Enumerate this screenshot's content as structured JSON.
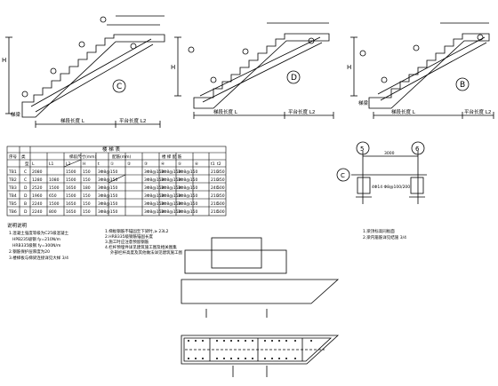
{
  "stairs": [
    {
      "tag": "C",
      "h_label": "H",
      "left_label": "梯梁",
      "dim1": "梯段长度 L",
      "dim2": "平台长度 L2"
    },
    {
      "tag": "D",
      "h_label": "H",
      "left_label": "",
      "dim1": "梯段长度 L",
      "dim2": "平台长度 L2"
    },
    {
      "tag": "B",
      "h_label": "H",
      "left_label": "梯梁",
      "dim1": "梯段长度 L",
      "dim2": "平台长度 L2"
    }
  ],
  "table": {
    "title": "楼 梯 表",
    "head1": [
      "序号",
      "类",
      "型"
    ],
    "group_labels": [
      "梯段尺寸(mm)",
      "配筋(mm)",
      "楼 梯 配 筋"
    ],
    "head2": [
      "L",
      "L1",
      "L2",
      "H",
      "t",
      "①",
      "②",
      "③",
      "④",
      "⑤",
      "⑥",
      "t1",
      "t2"
    ],
    "rows": [
      [
        "TB1",
        "C",
        "2080",
        "",
        "1500",
        "150",
        "3Φ8@150",
        "3Φ8@150",
        "3Φ8@150",
        "3Φ8@150",
        "3Φ8@150",
        "210",
        "350"
      ],
      [
        "TB2",
        "C",
        "1280",
        "1080",
        "1500",
        "150",
        "3Φ8@150",
        "3Φ8@150",
        "3Φ8@150",
        "3Φ8@150",
        "3Φ8@150",
        "210",
        "350"
      ],
      [
        "TB3",
        "D",
        "2520",
        "1500",
        "1650",
        "180",
        "3Φ8@150",
        "3Φ8@150",
        "3Φ8@150",
        "3Φ8@150",
        "3Φ8@150",
        "240",
        "500"
      ],
      [
        "TB4",
        "D",
        "1960",
        "650",
        "1500",
        "150",
        "3Φ8@150",
        "3Φ8@150",
        "3Φ8@150",
        "3Φ8@150",
        "3Φ8@150",
        "210",
        "350"
      ],
      [
        "TB5",
        "B",
        "2240",
        "1500",
        "1650",
        "150",
        "3Φ8@150",
        "3Φ8@150",
        "3Φ8@150",
        "3Φ8@150",
        "3Φ8@150",
        "210",
        "500"
      ],
      [
        "TB6",
        "D",
        "2240",
        "800",
        "1650",
        "150",
        "3Φ8@150",
        "3Φ8@150",
        "3Φ8@150",
        "3Φ8@150",
        "3Φ8@150",
        "210",
        "500"
      ]
    ]
  },
  "notes_left": {
    "title": "说明说明",
    "lines": [
      "1.混凝土强度等级为C25级混凝土",
      "HPB235级钢 fy=210N/m",
      "HRB335级钢 fy=300N/m",
      "2.钢筋保护层厚度为20",
      "3.楼梯板与梯梁连接详见大样 3/4"
    ]
  },
  "notes_mid": {
    "lines": [
      "1.梯板钢筋不锚固至下梁时,≥ 23L2",
      "2.HRB335级钢筋锚固长度",
      "3.施工时应注意预留钢筋",
      "4.栏杆预埋件详见建筑施工图及相关图集",
      "外部栏杆高度及其他做法详见建筑施工图"
    ]
  },
  "section": {
    "axis_left": "5",
    "axis_right": "6",
    "axis_row": "C",
    "dim": "3000",
    "notes": [
      "1.梁顶标高同板面",
      "2.梁内箍筋详见结施 3/4"
    ],
    "rebar_text": "4Φ14 Φ8@100/200"
  }
}
